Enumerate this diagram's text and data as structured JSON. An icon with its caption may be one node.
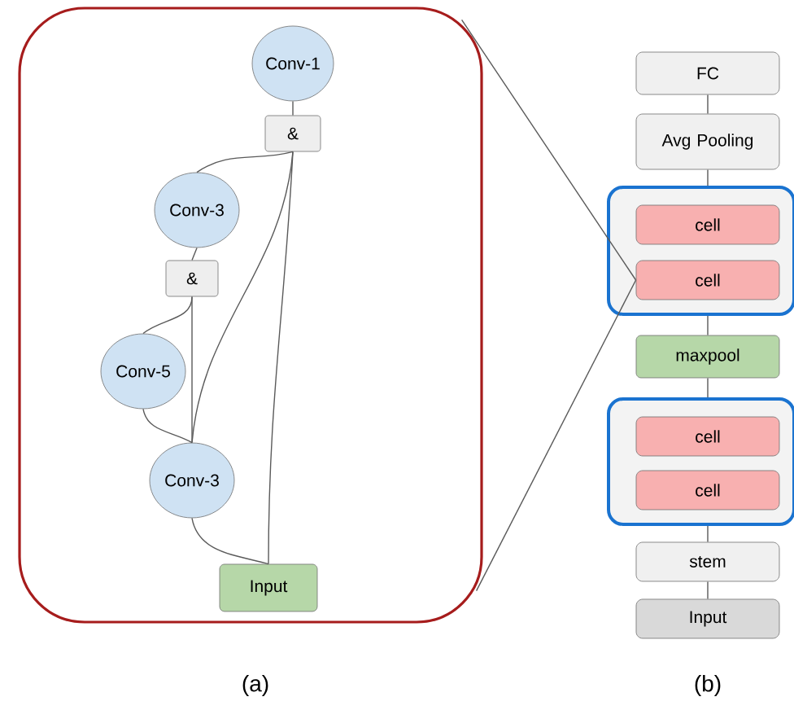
{
  "diagram": {
    "nodes": [
      {
        "text": [],
        "shape": "box"
      },
      {
        "text": [
          "Conv-1"
        ],
        "in": 0
      },
      {
        "text": [
          "&"
        ],
        "in": 0
      },
      {
        "text": [
          "Conv-3"
        ],
        "in": 0
      },
      {
        "text": [
          "&"
        ],
        "in": 0
      },
      {
        "text": [
          "Conv-5"
        ],
        "in": 0
      },
      {
        "text": [
          "Conv-3"
        ],
        "in": 0
      },
      {
        "text": [
          "Input"
        ],
        "in": 0
      },
      {
        "text": [
          "FC"
        ]
      },
      {
        "text": [
          "Avg Pooling"
        ]
      },
      {
        "text": [],
        "shape": "box"
      },
      {
        "text": [
          "cell"
        ],
        "in": 10
      },
      {
        "text": [
          "cell"
        ],
        "in": 10
      },
      {
        "text": [
          "maxpool"
        ]
      },
      {
        "text": [],
        "shape": "box"
      },
      {
        "text": [
          "cell"
        ],
        "in": 14
      },
      {
        "text": [
          "cell"
        ],
        "in": 14
      },
      {
        "text": [
          "stem"
        ]
      },
      {
        "text": [
          "Input"
        ]
      }
    ],
    "edges": [
      {
        "from": 1,
        "to": 2,
        "arrow": "none"
      },
      {
        "from": 2,
        "to": 3,
        "arrow": "none"
      },
      {
        "from": 3,
        "to": 4,
        "arrow": "none"
      },
      {
        "from": 4,
        "to": 5,
        "arrow": "none"
      },
      {
        "from": 4,
        "to": 6,
        "arrow": "none"
      },
      {
        "from": 2,
        "to": 6,
        "arrow": "none"
      },
      {
        "from": 2,
        "to": 7,
        "arrow": "none"
      },
      {
        "from": 5,
        "to": 6,
        "arrow": "none"
      },
      {
        "from": 6,
        "to": 7,
        "arrow": "none"
      },
      {
        "from": 8,
        "to": 9,
        "arrow": "none"
      },
      {
        "from": 9,
        "to": 10,
        "arrow": "none"
      },
      {
        "from": 10,
        "to": 13,
        "arrow": "none"
      },
      {
        "from": 13,
        "to": 14,
        "arrow": "none"
      },
      {
        "from": 14,
        "to": 17,
        "arrow": "none"
      },
      {
        "from": 17,
        "to": 18,
        "arrow": "none"
      },
      {
        "from": 0,
        "to": 12,
        "arrow": "none"
      },
      {
        "from": 0,
        "to": 12,
        "arrow": "none"
      }
    ],
    "labels": [
      "(a)",
      "(b)"
    ]
  }
}
